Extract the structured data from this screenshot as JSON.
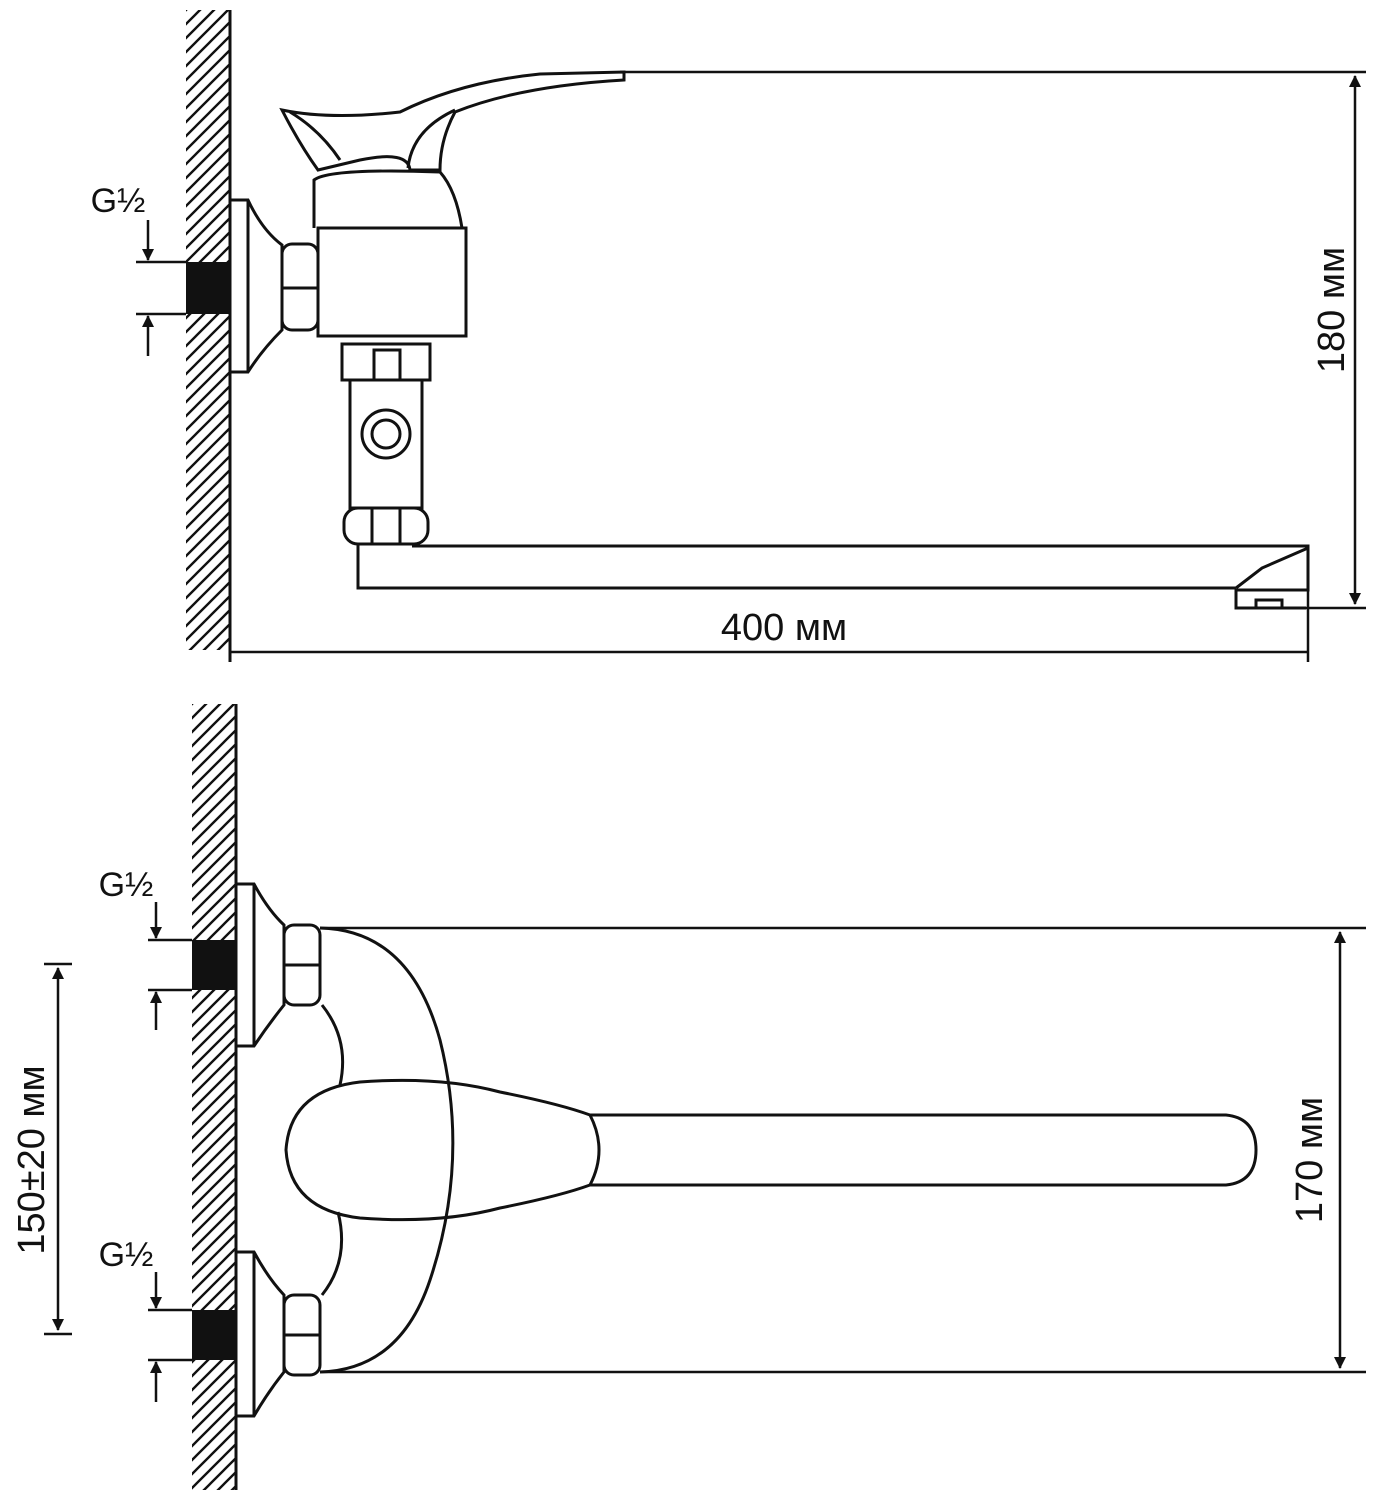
{
  "colors": {
    "ink": "#111111",
    "background": "#ffffff"
  },
  "side_view": {
    "thread_label": "G½",
    "height_label": "180 мм",
    "length_label": "400 мм"
  },
  "top_view": {
    "thread_label_upper": "G½",
    "thread_label_lower": "G½",
    "spacing_label": "150±20 мм",
    "depth_label": "170 мм"
  }
}
